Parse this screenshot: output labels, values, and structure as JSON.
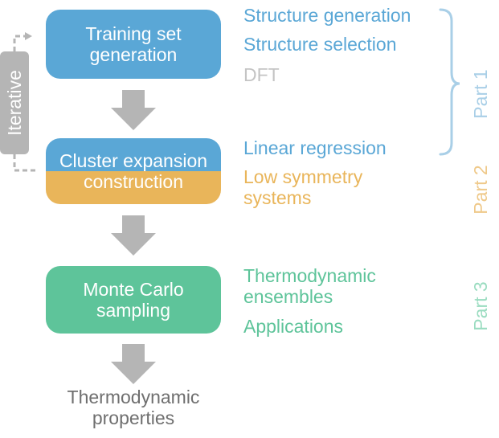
{
  "boxes": {
    "training": {
      "line1": "Training set",
      "line2": "generation"
    },
    "cluster": {
      "line1": "Cluster expansion",
      "line2": "construction"
    },
    "montecarlo": {
      "line1": "Monte Carlo",
      "line2": "sampling"
    }
  },
  "output": {
    "line1": "Thermodynamic",
    "line2": "properties"
  },
  "side_tab": {
    "label": "Iterative"
  },
  "labels": {
    "structure_generation": "Structure generation",
    "structure_selection": "Structure selection",
    "dft": "DFT",
    "linear_regression": "Linear regression",
    "low_symmetry_1": "Low symmetry",
    "low_symmetry_2": "systems",
    "thermo_ensembles_1": "Thermodynamic",
    "thermo_ensembles_2": "ensembles",
    "applications": "Applications"
  },
  "parts": {
    "part1": "Part 1",
    "part2": "Part 2",
    "part3": "Part 3"
  },
  "colors": {
    "blue": "#5aa7d6",
    "orange": "#e9b55a",
    "green": "#5ec49a",
    "gray": "#b0b0b0",
    "light_blue": "#a9cfe7",
    "light_orange": "#efc98a",
    "light_green": "#9adcc0"
  }
}
